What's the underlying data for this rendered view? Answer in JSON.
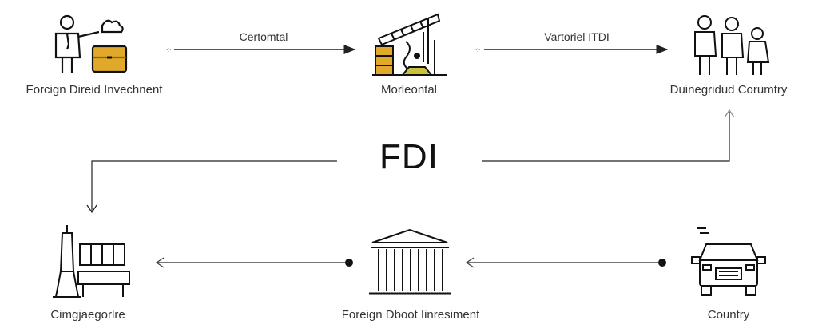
{
  "center": {
    "title": "FDI"
  },
  "nodes": {
    "top_left": {
      "label": "Forcign Direid Invechnent",
      "icon": "businessman-with-briefcase-icon"
    },
    "top_middle": {
      "label": "Morleontal",
      "icon": "construction-crane-barrels-icon"
    },
    "top_right": {
      "label": "Duinegridud Corumtry",
      "icon": "family-group-icon"
    },
    "bottom_left": {
      "label": "Cimgjaegorlre",
      "icon": "tower-and-bridge-icon"
    },
    "bottom_middle": {
      "label": "Foreign Dboot Iinresiment",
      "icon": "bank-building-icon"
    },
    "bottom_right": {
      "label": "Country",
      "icon": "car-front-icon"
    }
  },
  "edges": {
    "top_first": {
      "label": "Certomtal"
    },
    "top_second": {
      "label": "Vartoriel ITDI"
    }
  },
  "colors": {
    "accent": "#e0a92a",
    "accent_dark": "#b8861a",
    "olive": "#c9c23a",
    "line": "#222222"
  }
}
